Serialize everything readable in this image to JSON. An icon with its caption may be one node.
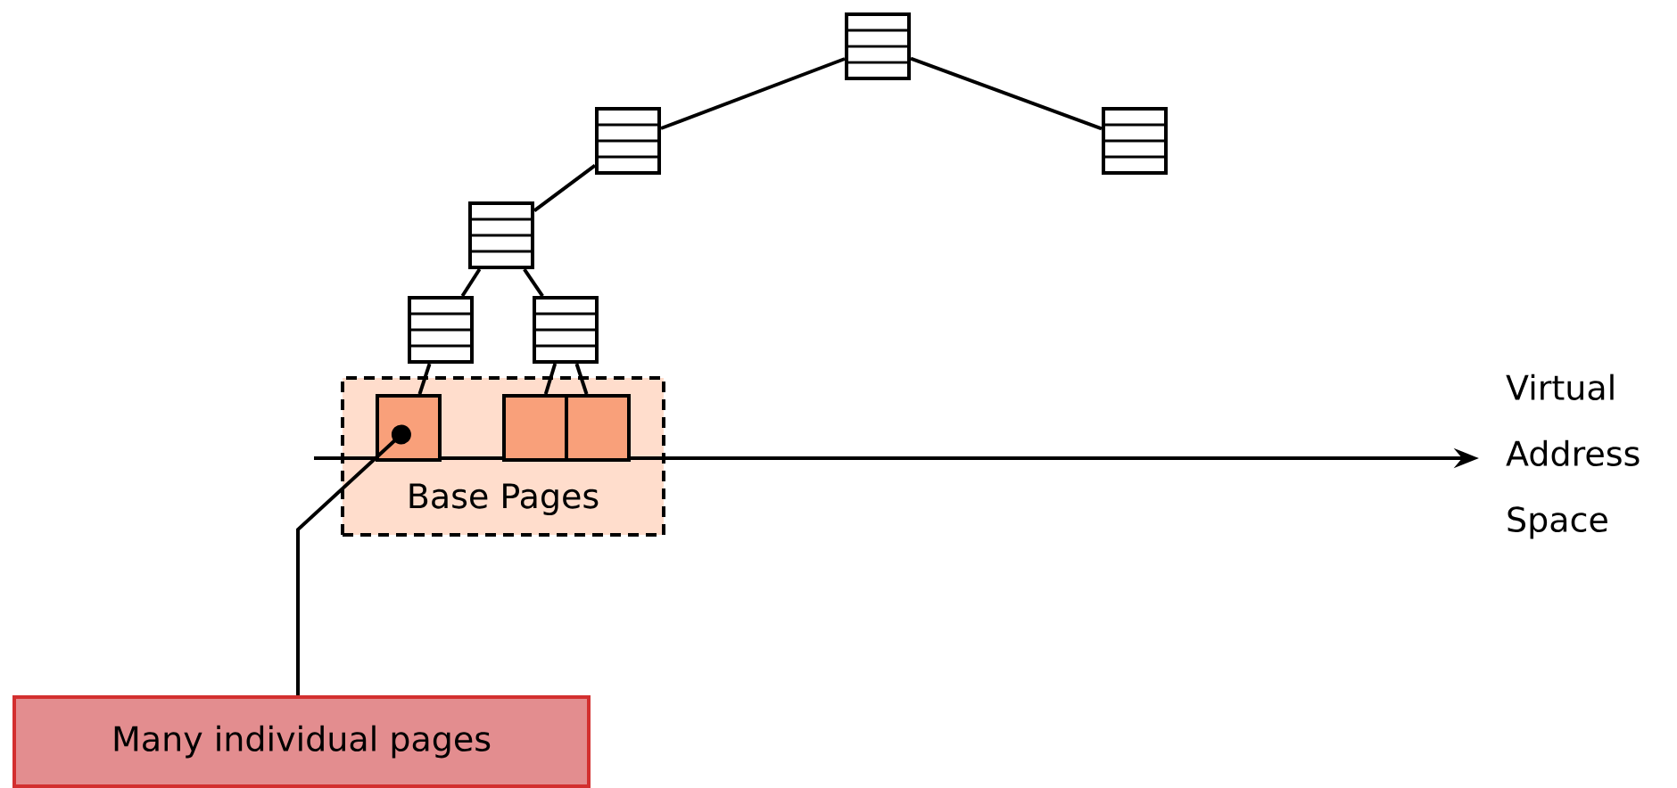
{
  "diagram": {
    "nodes": [
      {
        "text": [],
        "shape": "box"
      },
      {
        "text": [],
        "shape": "box"
      },
      {
        "text": [],
        "shape": "box"
      },
      {
        "text": [],
        "shape": "box"
      },
      {
        "text": [],
        "shape": "box"
      },
      {
        "text": [],
        "shape": "box"
      },
      {
        "text": [
          "Base Pages"
        ]
      },
      {
        "text": [],
        "shape": "box",
        "in": 6
      },
      {
        "text": [],
        "shape": "box",
        "in": 6
      },
      {
        "text": [],
        "shape": "box",
        "in": 6
      },
      {
        "text": [
          "Many individual pages"
        ]
      }
    ],
    "edges": [
      {
        "from": 0,
        "to": 1,
        "arrow": "none"
      },
      {
        "from": 0,
        "to": 2,
        "arrow": "none"
      },
      {
        "from": 1,
        "to": 3,
        "arrow": "none"
      },
      {
        "from": 3,
        "to": 4,
        "arrow": "none"
      },
      {
        "from": 3,
        "to": 5,
        "arrow": "none"
      },
      {
        "from": 4,
        "to": 7,
        "arrow": "none"
      },
      {
        "from": 5,
        "to": 8,
        "arrow": "none"
      },
      {
        "from": 5,
        "to": 9,
        "arrow": "none"
      },
      {
        "from": 10,
        "to": 7,
        "arrow": "other"
      }
    ],
    "labels": [
      "Virtual Address Space"
    ]
  }
}
